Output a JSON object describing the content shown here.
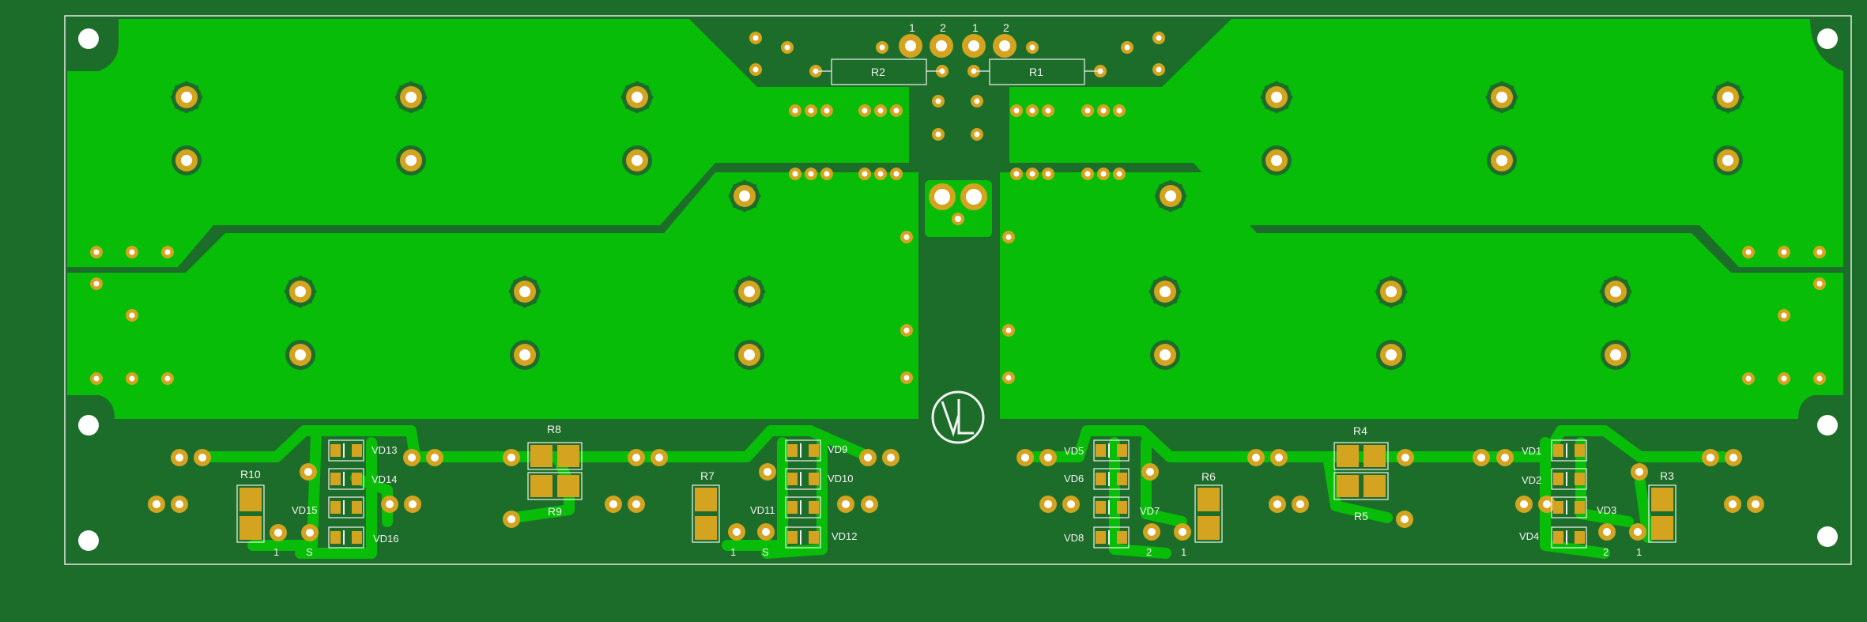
{
  "colors": {
    "board_background": "#1d6d2a",
    "copper_pour": "#07bd07",
    "pad_gold": "#d4a320",
    "silkscreen": "#f2f2f2",
    "drill": "#ffffff"
  },
  "components": {
    "R1": "R1",
    "R2": "R2",
    "R3": "R3",
    "R4": "R4",
    "R5": "R5",
    "R6": "R6",
    "R7": "R7",
    "R8": "R8",
    "R9": "R9",
    "R10": "R10",
    "VD1": "VD1",
    "VD2": "VD2",
    "VD3": "VD3",
    "VD4": "VD4",
    "VD5": "VD5",
    "VD6": "VD6",
    "VD7": "VD7",
    "VD8": "VD8",
    "VD9": "VD9",
    "VD10": "VD10",
    "VD11": "VD11",
    "VD12": "VD12",
    "VD13": "VD13",
    "VD14": "VD14",
    "VD15": "VD15",
    "VD16": "VD16"
  },
  "pin_labels": {
    "top_1a": "1",
    "top_2a": "2",
    "top_1b": "1",
    "top_2b": "2",
    "left_s": "S",
    "left_1": "1",
    "midleft_s": "S",
    "midleft_1": "1",
    "midright_2": "2",
    "midright_1": "1",
    "right_2": "2",
    "right_1": "1"
  },
  "logo": "VL logo"
}
